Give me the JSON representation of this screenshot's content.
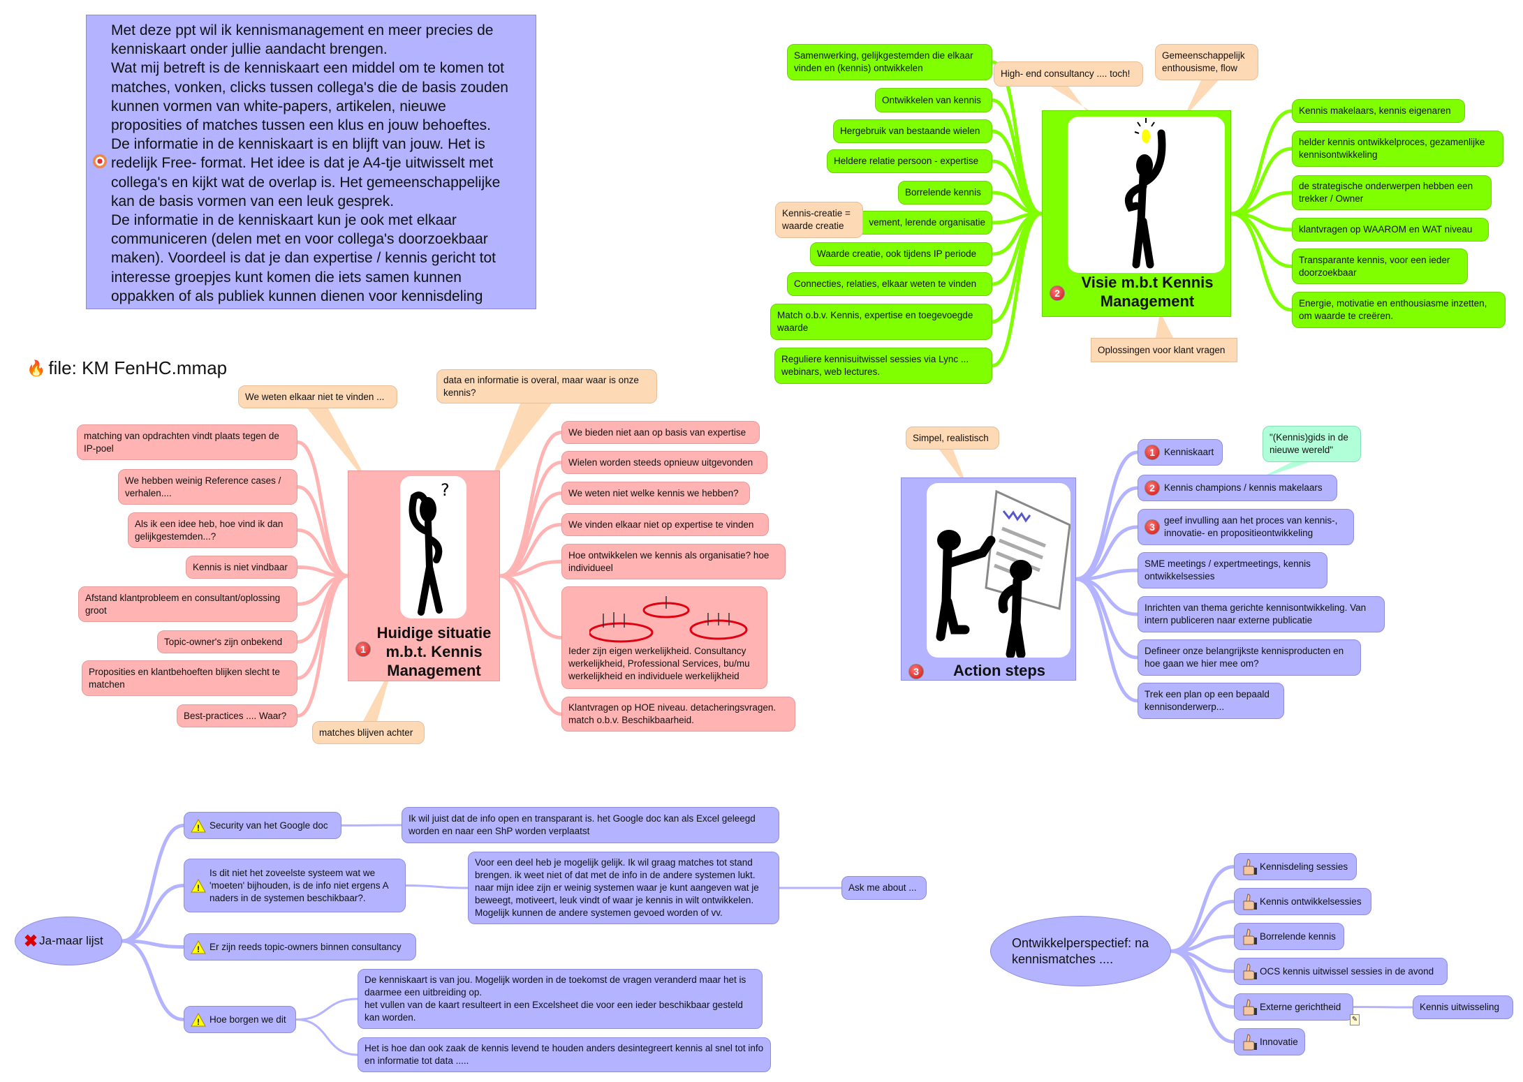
{
  "intro": {
    "lines": [
      "Met deze ppt wil ik kennismanagement en meer precies de",
      "kenniskaart onder jullie aandacht brengen.",
      "Wat mij betreft is de kenniskaart een middel om te komen tot",
      "matches, vonken, clicks tussen collega's die de basis zouden",
      "kunnen vormen van white-papers, artikelen, nieuwe",
      "proposities of matches tussen een klus en jouw behoeftes.",
      "De informatie in de kenniskaart is en blijft van jouw. Het is",
      "redelijk Free- format. Het idee is dat je A4-tje uitwisselt met",
      "collega's en  kijkt wat de overlap is. Het gemeenschappelijke",
      "kan de basis vormen van een leuk gesprek.",
      "De informatie in de kenniskaart kun je ook met elkaar",
      "communiceren (delen met en voor collega's doorzoekbaar",
      "maken). Voordeel is dat je dan expertise / kennis gericht tot",
      "interesse  groepjes kunt komen die iets samen kunnen",
      "oppakken of als publiek kunnen dienen voor kennisdeling"
    ]
  },
  "file_label": "file: KM FenHC.mmap",
  "visie": {
    "number": "2",
    "title_1": "Visie m.b.t Kennis",
    "title_2": "Management",
    "left": [
      "Samenwerking, gelijkgestemden die elkaar vinden en (kennis) ontwikkelen",
      "Ontwikkelen van kennis",
      "Hergebruik van bestaande wielen",
      "Heldere relatie persoon - expertise",
      "Borrelende kennis",
      "vement, lerende organisatie",
      "Waarde creatie, ook tijdens IP periode",
      "Connecties, relaties, elkaar weten te vinden",
      "Match o.b.v. Kennis, expertise en toegevoegde waarde",
      "Reguliere kennisuitwissel sessies via Lync  ... webinars, web lectures."
    ],
    "right": [
      "Kennis makelaars, kennis eigenaren",
      "helder kennis ontwikkelproces, gezamenlijke kennisontwikkeling",
      "de strategische onderwerpen hebben een trekker  / Owner",
      "klantvragen op WAAROM en WAT niveau",
      "Transparante kennis, voor een ieder doorzoekbaar",
      "Energie, motivatie en enthousiasme inzetten, om waarde te creëren."
    ],
    "callouts": [
      "High- end consultancy .... toch!",
      "Gemeenschappelijk enthousisme, flow",
      "Kennis-creatie = waarde creatie",
      "Oplossingen voor klant vragen"
    ]
  },
  "huidig": {
    "number": "1",
    "title_1": "Huidige situatie",
    "title_2": "m.b.t. Kennis",
    "title_3": "Management",
    "left": [
      "matching van opdrachten vindt plaats tegen de IP-poel",
      "We hebben weinig Reference cases / verhalen....",
      "Als ik een idee heb, hoe vind ik dan gelijkgestemden...?",
      "Kennis is niet vindbaar",
      "Afstand klantprobleem en consultant/oplossing groot",
      "Topic-owner's zijn  onbekend",
      "Proposities en klantbehoeften blijken slecht te matchen",
      "Best-practices .... Waar?"
    ],
    "right": [
      "We bieden niet aan op basis van expertise",
      "Wielen worden steeds opnieuw uitgevonden",
      "We weten niet welke kennis we hebben?",
      "We vinden elkaar niet op expertise te vinden",
      "Hoe ontwikkelen we kennis als organisatie? hoe individueel",
      "Ieder zijn eigen werkelijkheid. Consultancy werkelijkheid, Professional Services, bu/mu werkelijkheid en individuele werkelijkheid",
      "Klantvragen op HOE niveau. detacheringsvragen. match o.b.v. Beschikbaarheid."
    ],
    "callouts": [
      "We weten elkaar niet te vinden ...",
      "data en informatie is overal, maar waar is onze kennis?",
      "matches blijven achter"
    ]
  },
  "action": {
    "number": "3",
    "title": "Action steps",
    "items": [
      {
        "num": "1",
        "label": "Kenniskaart"
      },
      {
        "num": "2",
        "label": "Kennis champions / kennis makelaars"
      },
      {
        "num": "3",
        "label": "geef invulling aan het proces van kennis-, innovatie- en propositieontwikkeling"
      },
      {
        "num": "",
        "label": "SME meetings / expertmeetings, kennis ontwikkelsessies"
      },
      {
        "num": "",
        "label": "Inrichten van thema gerichte kennisontwikkeling. Van intern publiceren naar externe publicatie"
      },
      {
        "num": "",
        "label": "Defineer onze belangrijkste kennisproducten en hoe gaan we hier mee om?"
      },
      {
        "num": "",
        "label": "Trek een plan op een bepaald kennisonderwerp..."
      }
    ],
    "callout": "Simpel, realistisch",
    "gids_callout": "\"(Kennis)gids in de nieuwe wereld\""
  },
  "jamaar": {
    "title": "Ja-maar lijst",
    "items": [
      "Security van het Google doc",
      "Is dit niet het zoveelste systeem wat we 'moeten' bijhouden, is de info niet ergens A naders in de systemen beschikbaar?.",
      "Er zijn reeds topic-owners binnen consultancy",
      "Hoe borgen we dit"
    ],
    "answers": [
      "Ik wil juist dat de info open en transparant is. het Google doc kan als Excel geleegd worden  en naar een ShP worden verplaatst",
      "Voor een deel heb je mogelijk gelijk. Ik wil graag matches tot stand brengen. ik weet niet of dat met de info in de andere systemen lukt. naar mijn idee zijn er weinig systemen waar je kunt aangeven wat je beweegt, motiveert, leuk vindt of waar je kennis in wilt ontwikkelen. Mogelijk kunnen de andere systemen gevoed worden of vv.",
      "Ask me about ...",
      "De kenniskaart is van jou. Mogelijk worden in de toekomst de vragen veranderd maar het is daarmee een uitbreiding op.",
      "het vullen van de kaart resulteert in een Excelsheet die voor een ieder beschikbaar gesteld  kan worden.",
      "Het is hoe dan ook zaak de kennis levend te houden anders desintegreert kennis al snel tot info en informatie tot data ....."
    ]
  },
  "ontwikkel": {
    "title": "Ontwikkelperspectief: na kennismatches ....",
    "items": [
      "Kennisdeling sessies",
      "Kennis ontwikkelsessies",
      "Borrelende kennis",
      "OCS kennis uitwissel sessies in de avond",
      "Externe gerichtheid",
      "Innovatie"
    ],
    "sub": "Kennis uitwisseling"
  },
  "colors": {
    "green": "#80ff00",
    "pink": "#ffb3b3",
    "blue": "#b3b3ff",
    "peach": "#fdd9b5",
    "mint": "#b0ffd9"
  }
}
